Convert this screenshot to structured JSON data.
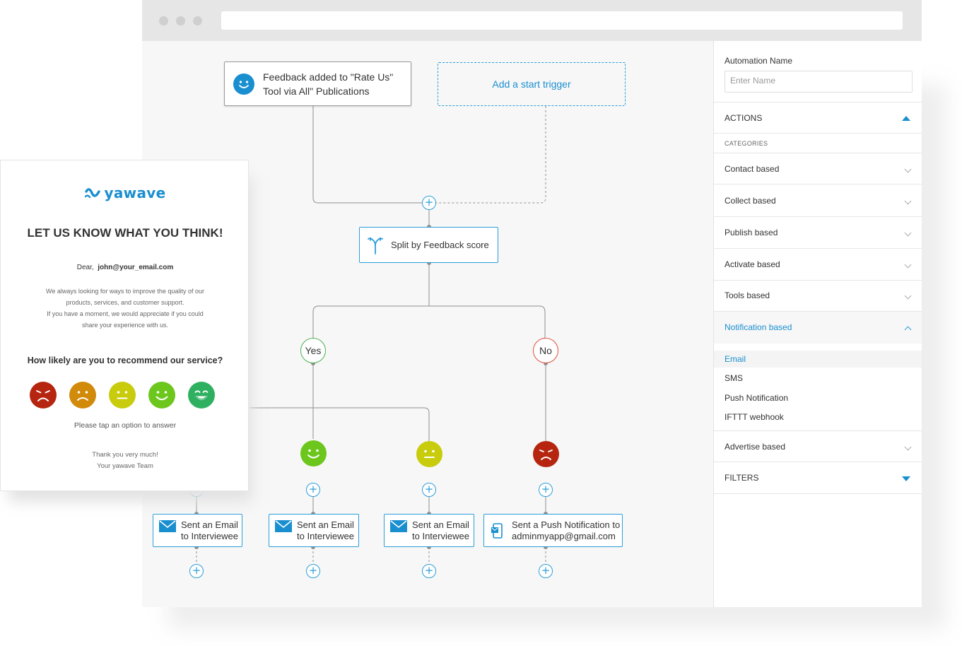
{
  "canvas": {
    "start_node": "Feedback added to \"Rate Us\" Tool via All\" Publications",
    "add_trigger": "Add a start trigger",
    "split_node": "Split by Feedback score",
    "yes_label": "Yes",
    "no_label": "No",
    "plus_symbol": "+",
    "actions": [
      {
        "line1": "Sent an Email",
        "line2": "to Interviewee",
        "icon": "email-icon"
      },
      {
        "line1": "Sent an Email",
        "line2": "to Interviewee",
        "icon": "email-icon"
      },
      {
        "line1": "Sent an Email",
        "line2": "to Interviewee",
        "icon": "email-icon"
      },
      {
        "line1": "Sent a Push Notification to",
        "line2": "adminmyapp@gmail.com",
        "icon": "push-notification-icon"
      }
    ]
  },
  "panel": {
    "automation_name_label": "Automation Name",
    "automation_name_placeholder": "Enter Name",
    "actions_header": "ACTIONS",
    "categories_label": "CATEGORIES",
    "categories": [
      "Contact based",
      "Collect based",
      "Publish based",
      "Activate based",
      "Tools based"
    ],
    "notification_category": "Notification based",
    "notification_items": [
      "Email",
      "SMS",
      "Push Notification",
      "IFTTT webhook"
    ],
    "advertise_category": "Advertise based",
    "filters_header": "FILTERS"
  },
  "email_card": {
    "brand": "yawave",
    "headline": "LET US KNOW WHAT YOU THINK!",
    "greeting_prefix": "Dear,",
    "greeting_email": "john@your_email.com",
    "body_line1": "We always looking for ways to  improve the quality of our",
    "body_line2": "products, services, and customer support.",
    "body_line3": "If you have a moment, we would appreciate if you could",
    "body_line4": "share your experience with us.",
    "question": "How likely are you to recommend our service?",
    "tap_hint": "Please tap an option to answer",
    "thanks": "Thank you very much!",
    "signature": "Your yawave Team"
  },
  "colors": {
    "accent": "#2c9ed9",
    "yes_green": "#4caf50",
    "no_red": "#e0503c",
    "smiley_very_bad": "#b5250f",
    "smiley_bad": "#d18a0a",
    "smiley_neutral": "#c8cc0c",
    "smiley_good": "#6cc61c",
    "smiley_very_good": "#2fb061"
  }
}
